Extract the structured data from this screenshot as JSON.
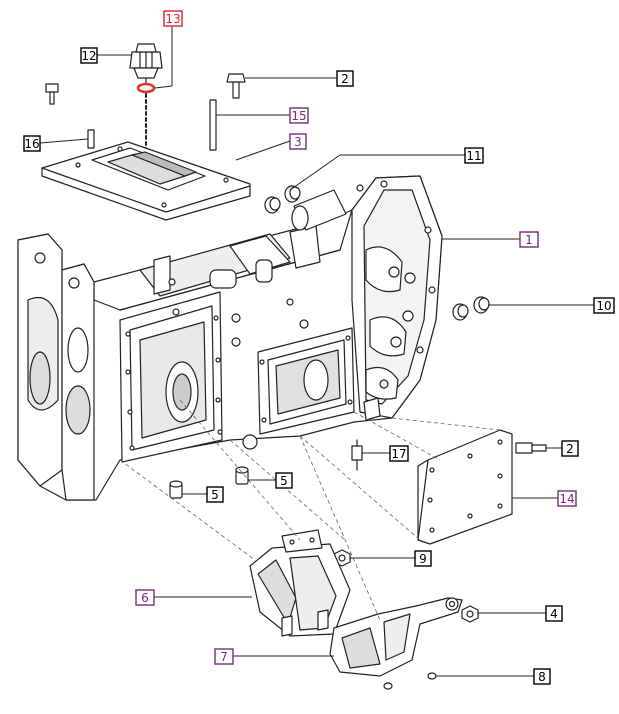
{
  "callouts": [
    {
      "id": "c1",
      "label": "1",
      "style": "purple"
    },
    {
      "id": "c2a",
      "label": "2",
      "style": "black"
    },
    {
      "id": "c2b",
      "label": "2",
      "style": "black"
    },
    {
      "id": "c3",
      "label": "3",
      "style": "purple"
    },
    {
      "id": "c4",
      "label": "4",
      "style": "black"
    },
    {
      "id": "c5a",
      "label": "5",
      "style": "black"
    },
    {
      "id": "c5b",
      "label": "5",
      "style": "black"
    },
    {
      "id": "c6",
      "label": "6",
      "style": "purple"
    },
    {
      "id": "c7",
      "label": "7",
      "style": "purple"
    },
    {
      "id": "c8",
      "label": "8",
      "style": "black"
    },
    {
      "id": "c9",
      "label": "9",
      "style": "black"
    },
    {
      "id": "c10",
      "label": "10",
      "style": "black"
    },
    {
      "id": "c11",
      "label": "11",
      "style": "black"
    },
    {
      "id": "c12",
      "label": "12",
      "style": "black"
    },
    {
      "id": "c13",
      "label": "13",
      "style": "red"
    },
    {
      "id": "c14",
      "label": "14",
      "style": "purple"
    },
    {
      "id": "c15",
      "label": "15",
      "style": "purple"
    },
    {
      "id": "c16",
      "label": "16",
      "style": "black"
    },
    {
      "id": "c17",
      "label": "17",
      "style": "black"
    }
  ],
  "colors": {
    "line": "#222222",
    "black_box": "#000000",
    "purple_box": "#7a2a7a",
    "red_box": "#d2262c",
    "oring": "#e0352b",
    "part_fill": "#ffffff",
    "shade": "#d9d9d9"
  }
}
